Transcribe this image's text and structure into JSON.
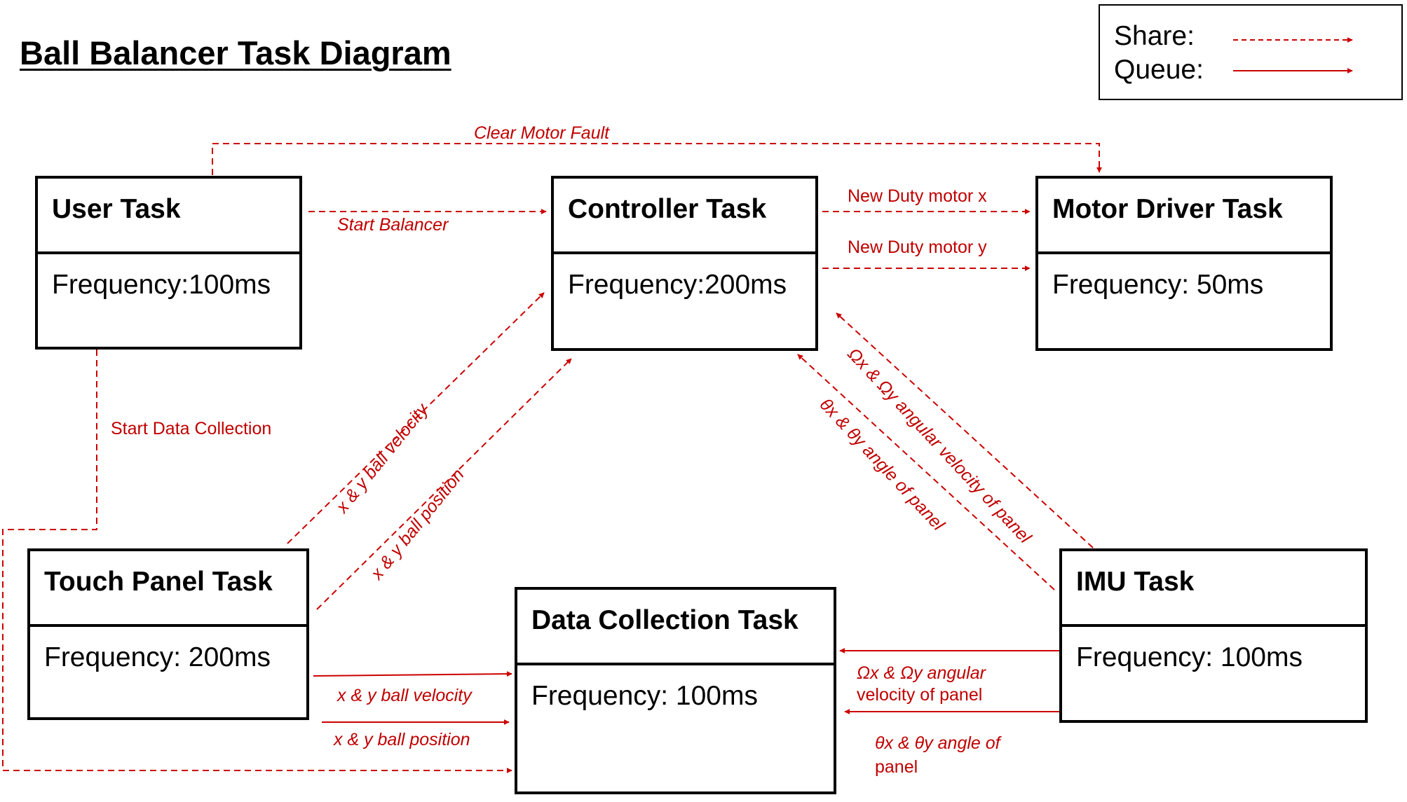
{
  "title": "Ball Balancer Task Diagram",
  "legend": {
    "share_label": "Share:",
    "queue_label": "Queue:"
  },
  "tasks": {
    "user": {
      "name": "User Task",
      "frequency": "Frequency:100ms"
    },
    "controller": {
      "name": "Controller Task",
      "frequency": "Frequency:200ms"
    },
    "motor_driver": {
      "name": "Motor Driver Task",
      "frequency": "Frequency: 50ms"
    },
    "touch_panel": {
      "name": "Touch Panel Task",
      "frequency": "Frequency: 200ms"
    },
    "data_collection": {
      "name": "Data Collection Task",
      "frequency": "Frequency: 100ms"
    },
    "imu": {
      "name": "IMU Task",
      "frequency": "Frequency: 100ms"
    }
  },
  "labels": {
    "clear_motor_fault": "Clear Motor Fault",
    "start_balancer": "Start Balancer",
    "new_duty_x": "New Duty motor x",
    "new_duty_y": "New Duty motor y",
    "start_data_collection": "Start Data Collection",
    "tp_ctrl_velocity": "x & y ball velocity",
    "tp_ctrl_position": "x & y ball position",
    "imu_ctrl_angular_velocity": "Ωx & Ωy angular velocity of panel",
    "imu_ctrl_angle": "θx & θy angle of panel",
    "tp_dc_velocity": "x & y ball velocity",
    "tp_dc_position": "x & y ball position",
    "imu_dc_angular_velocity_1": "Ωx & Ωy angular",
    "imu_dc_angular_velocity_2": "velocity of panel",
    "imu_dc_angle_1": "θx & θy angle of",
    "imu_dc_angle_2": "panel"
  },
  "colors": {
    "arrow": "#cc0000",
    "label": "#c00000",
    "box_border": "#000000"
  }
}
